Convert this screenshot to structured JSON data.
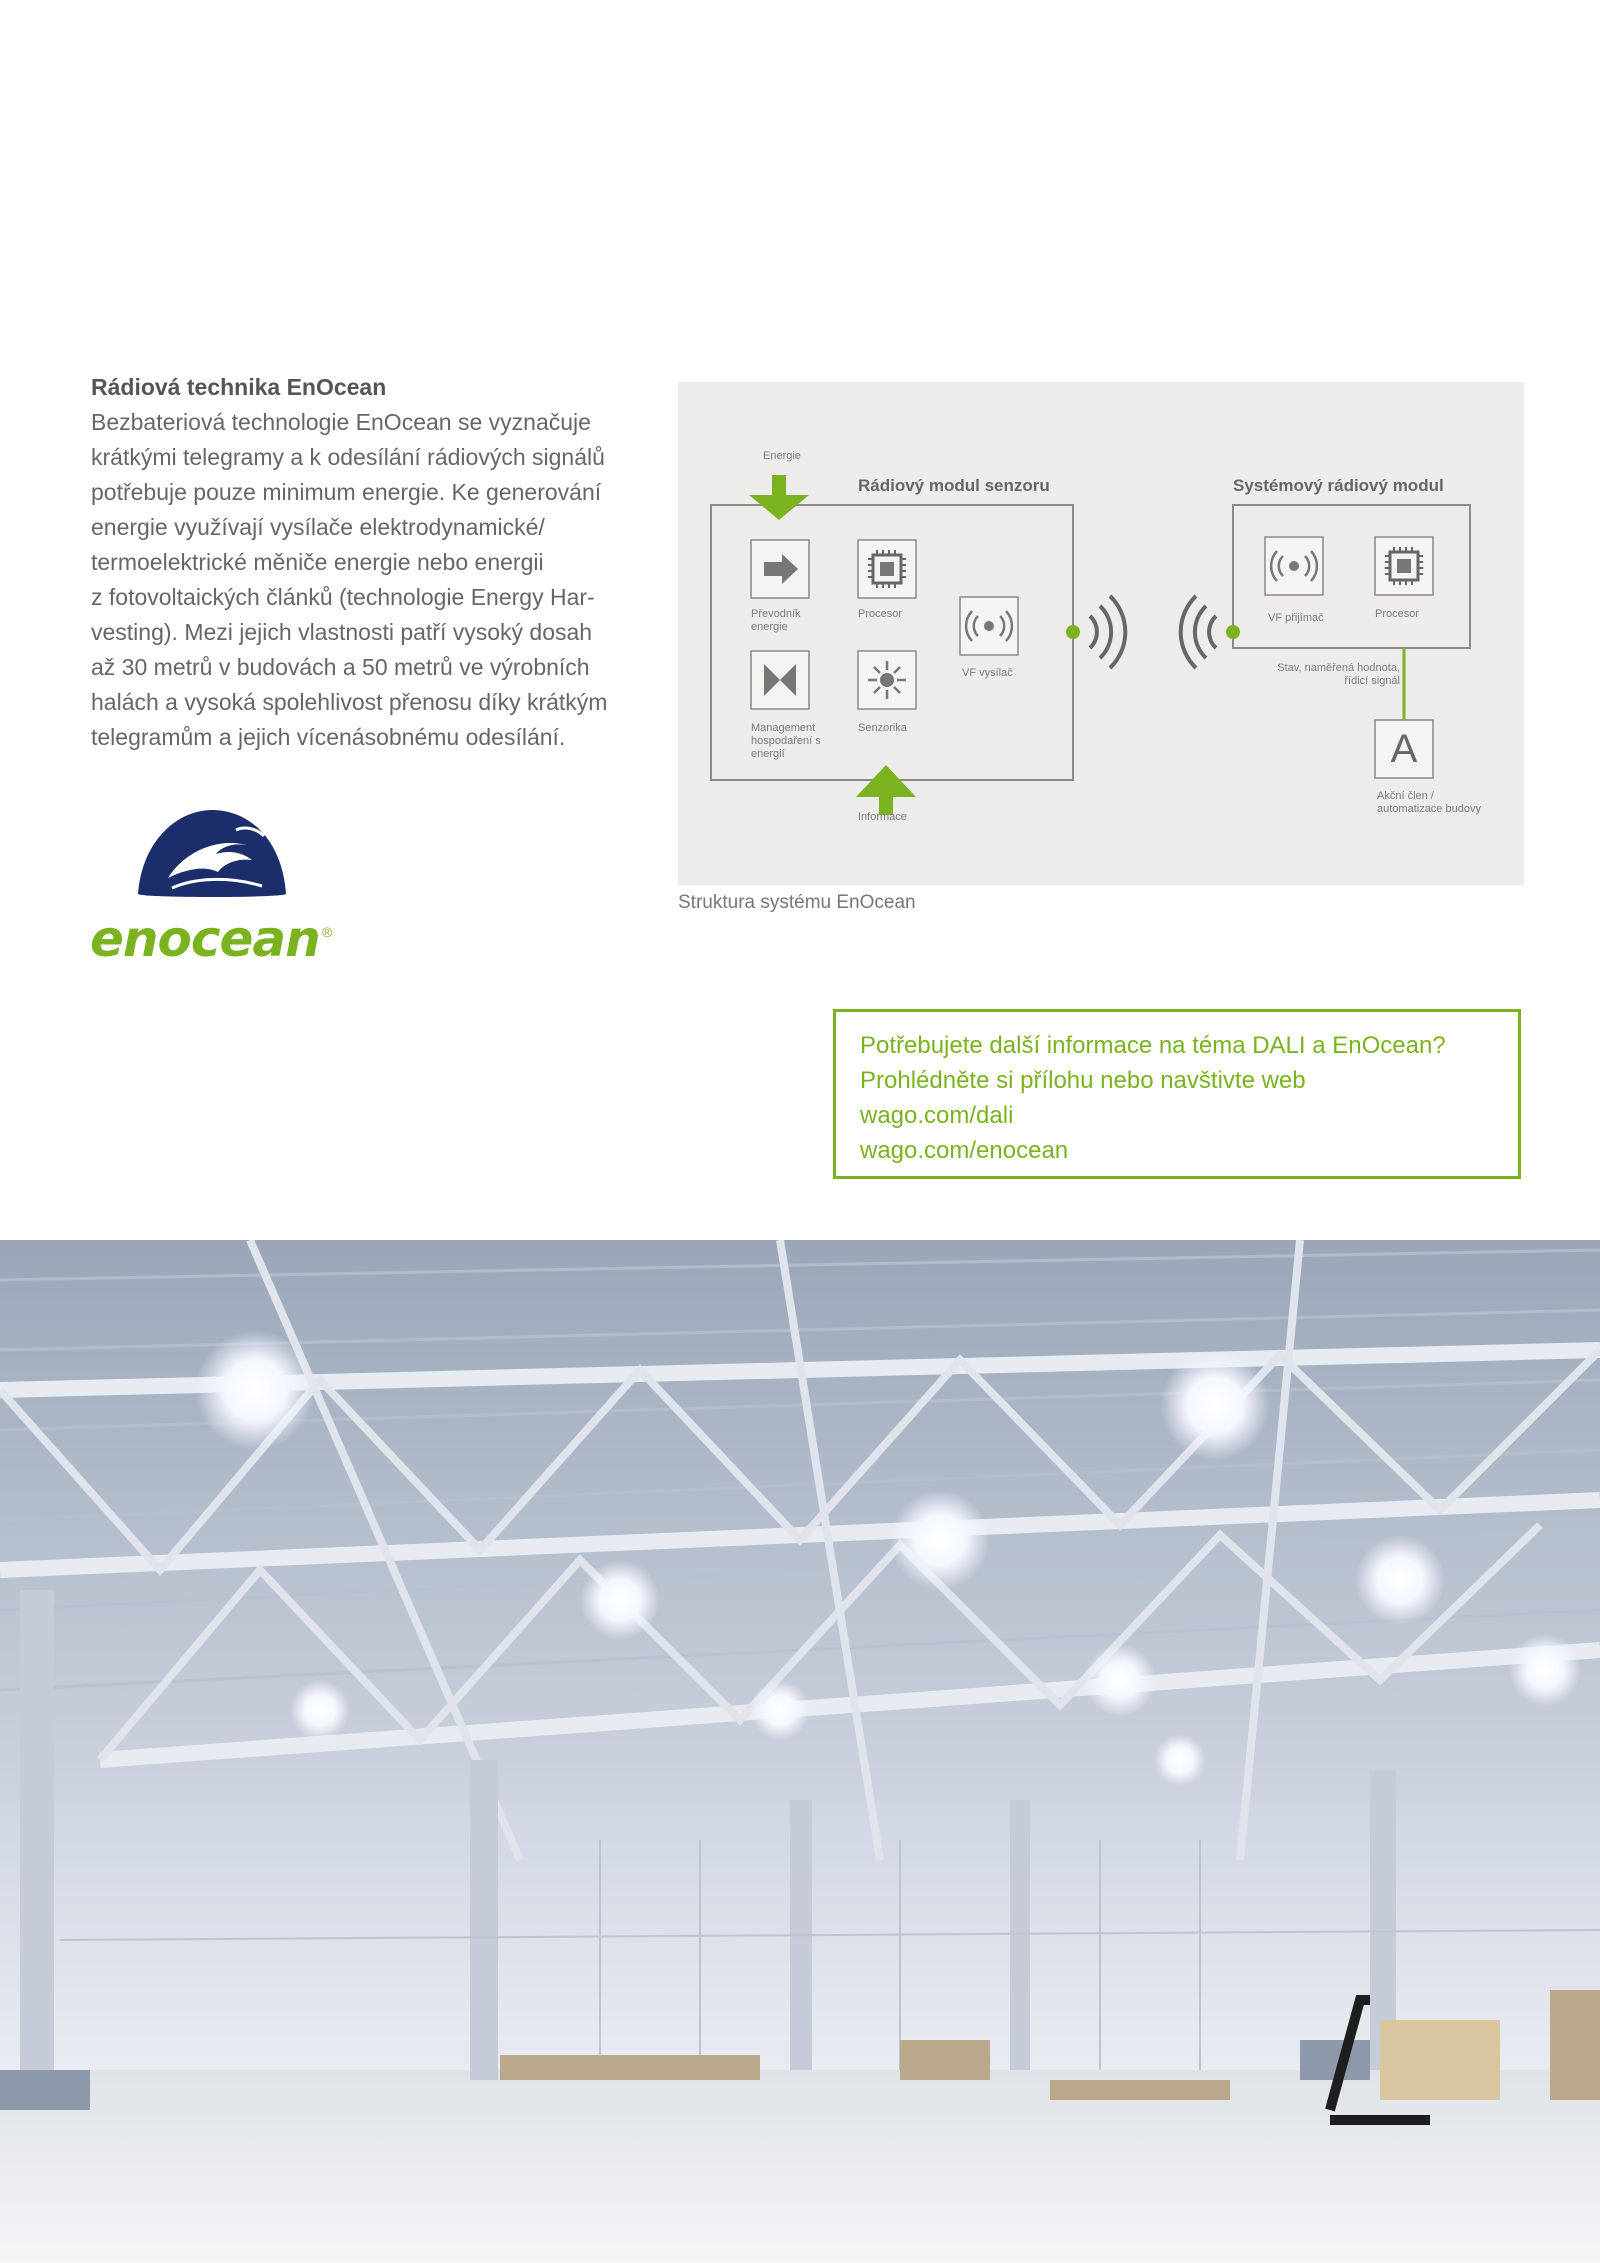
{
  "article": {
    "title": "Rádiová technika EnOcean",
    "lines": [
      "Bezbateriová technologie EnOcean se vyznačuje",
      "krátkými telegramy a k odesílání rádiových signálů",
      "potřebuje pouze minimum energie. Ke generování",
      "energie využívají vysílače elektrodynamické/",
      "termoelektrické měniče energie nebo energii",
      "z fotovoltaických článků (technologie Energy Har-",
      "vesting). Mezi jejich vlastnosti patří vysoký dosah",
      "až 30 metrů v budovách a 50 metrů ve výrobních",
      "halách a vysoká spolehlivost přenosu díky krátkým",
      "telegramům a jejich vícenásobnému odesílání."
    ]
  },
  "logo": {
    "wordmark": "enocean",
    "reg_mark": "®",
    "brand_color": "#7ab31f",
    "dome_color": "#1c2d6b"
  },
  "diagram": {
    "caption": "Struktura systému EnOcean",
    "energy_label": "Energie",
    "info_label": "Informace",
    "sensor_module": {
      "title": "Rádiový modul senzoru",
      "items": [
        {
          "label": "Převodník energie",
          "icon": "energy-converter-icon"
        },
        {
          "label": "Procesor",
          "icon": "processor-icon"
        },
        {
          "label": "VF vysílač",
          "icon": "rf-transmitter-icon"
        },
        {
          "label": "Management hospodaření s energií",
          "icon": "energy-management-icon"
        },
        {
          "label": "Senzorika",
          "icon": "sensor-icon"
        }
      ]
    },
    "system_module": {
      "title": "Systémový rádiový modul",
      "items": [
        {
          "label": "VF přijímač",
          "icon": "rf-receiver-icon"
        },
        {
          "label": "Procesor",
          "icon": "processor-icon"
        }
      ],
      "signal_label": "Stav, naměřená hodnota, řídicí signál",
      "actuator_letter": "A",
      "actuator_label": "Akční člen / automatizace budovy"
    },
    "accent_color": "#7ab31f"
  },
  "infobox": {
    "lines": [
      "Potřebujete další informace na téma DALI a EnOcean?",
      "Prohlédněte si přílohu nebo navštivte web",
      "wago.com/dali",
      "wago.com/enocean"
    ],
    "color": "#7ab31f"
  },
  "photo": {
    "subject": "industrial-hall-photo"
  }
}
